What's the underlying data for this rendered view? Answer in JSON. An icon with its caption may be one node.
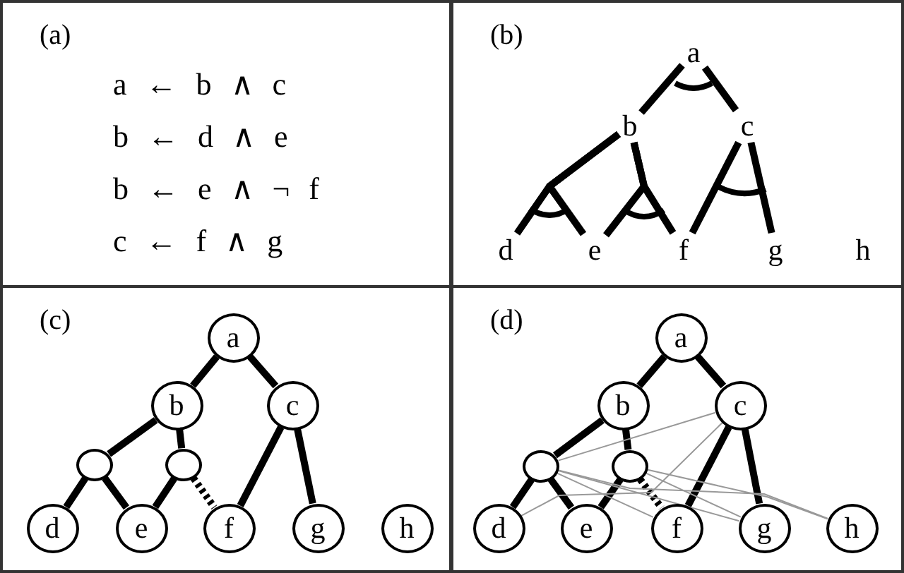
{
  "diagram": {
    "nodes": [
      {
        "text": [
          "(a)",
          "a ← b ∧ c",
          "b ← d ∧ e",
          "b ← e ∧ ¬ f",
          "c ← f ∧ g"
        ]
      },
      {
        "text": [
          "(b)"
        ]
      },
      {
        "text": [
          "a"
        ],
        "in": 1
      },
      {
        "text": [
          "b"
        ],
        "in": 1
      },
      {
        "text": [
          "c"
        ],
        "in": 1
      },
      {
        "text": [
          "d"
        ],
        "in": 1
      },
      {
        "text": [
          "e"
        ],
        "in": 1
      },
      {
        "text": [
          "f"
        ],
        "in": 1
      },
      {
        "text": [
          "g"
        ],
        "in": 1
      },
      {
        "text": [
          "h"
        ],
        "in": 1
      },
      {
        "text": [
          "(c)"
        ]
      },
      {
        "text": [
          "a"
        ],
        "in": 10
      },
      {
        "text": [
          "b"
        ],
        "in": 10
      },
      {
        "text": [
          "c"
        ],
        "in": 10
      },
      {
        "text": [],
        "shape": "circle",
        "in": 10
      },
      {
        "text": [],
        "shape": "circle",
        "in": 10
      },
      {
        "text": [
          "d"
        ],
        "in": 10
      },
      {
        "text": [
          "e"
        ],
        "in": 10
      },
      {
        "text": [
          "f"
        ],
        "in": 10
      },
      {
        "text": [
          "g"
        ],
        "in": 10
      },
      {
        "text": [
          "h"
        ],
        "in": 10
      },
      {
        "text": [
          "(d)"
        ]
      },
      {
        "text": [
          "a"
        ],
        "in": 21
      },
      {
        "text": [
          "b"
        ],
        "in": 21
      },
      {
        "text": [
          "c"
        ],
        "in": 21
      },
      {
        "text": [],
        "shape": "circle",
        "in": 21
      },
      {
        "text": [],
        "shape": "circle",
        "in": 21
      },
      {
        "text": [
          "d"
        ],
        "in": 21
      },
      {
        "text": [
          "e"
        ],
        "in": 21
      },
      {
        "text": [
          "f"
        ],
        "in": 21
      },
      {
        "text": [
          "g"
        ],
        "in": 21
      },
      {
        "text": [
          "h"
        ],
        "in": 21
      }
    ],
    "edges": [
      {
        "from": 2,
        "to": 3,
        "arrow": "none"
      },
      {
        "from": 2,
        "to": 4,
        "arrow": "none"
      },
      {
        "from": 3,
        "to": 5,
        "arrow": "none"
      },
      {
        "from": 3,
        "to": 6,
        "arrow": "none"
      },
      {
        "from": 3,
        "to": 6,
        "arrow": "none"
      },
      {
        "from": 3,
        "to": 7,
        "arrow": "none"
      },
      {
        "from": 4,
        "to": 7,
        "arrow": "none"
      },
      {
        "from": 4,
        "to": 8,
        "arrow": "none"
      },
      {
        "from": 11,
        "to": 12,
        "arrow": "none"
      },
      {
        "from": 11,
        "to": 13,
        "arrow": "none"
      },
      {
        "from": 12,
        "to": 14,
        "arrow": "none"
      },
      {
        "from": 12,
        "to": 15,
        "arrow": "none"
      },
      {
        "from": 14,
        "to": 16,
        "arrow": "none"
      },
      {
        "from": 14,
        "to": 17,
        "arrow": "none"
      },
      {
        "from": 15,
        "to": 17,
        "arrow": "none"
      },
      {
        "from": 15,
        "to": 18,
        "arrow": "none",
        "style": "dashed"
      },
      {
        "from": 13,
        "to": 18,
        "arrow": "none"
      },
      {
        "from": 13,
        "to": 19,
        "arrow": "none"
      },
      {
        "from": 22,
        "to": 23,
        "arrow": "none"
      },
      {
        "from": 22,
        "to": 24,
        "arrow": "none"
      },
      {
        "from": 23,
        "to": 25,
        "arrow": "none"
      },
      {
        "from": 23,
        "to": 26,
        "arrow": "none"
      },
      {
        "from": 25,
        "to": 27,
        "arrow": "none"
      },
      {
        "from": 25,
        "to": 28,
        "arrow": "none"
      },
      {
        "from": 26,
        "to": 28,
        "arrow": "none"
      },
      {
        "from": 26,
        "to": 29,
        "arrow": "none",
        "style": "dashed"
      },
      {
        "from": 24,
        "to": 29,
        "arrow": "none"
      },
      {
        "from": 24,
        "to": 30,
        "arrow": "none"
      },
      {
        "from": 25,
        "to": 24,
        "arrow": "none",
        "color": "#999999"
      },
      {
        "from": 27,
        "to": 24,
        "arrow": "none",
        "color": "#999999"
      },
      {
        "from": 25,
        "to": 29,
        "arrow": "none",
        "color": "#999999"
      },
      {
        "from": 25,
        "to": 30,
        "arrow": "none",
        "color": "#999999"
      },
      {
        "from": 25,
        "to": 31,
        "arrow": "none",
        "color": "#999999"
      },
      {
        "from": 26,
        "to": 30,
        "arrow": "none",
        "color": "#999999"
      },
      {
        "from": 26,
        "to": 31,
        "arrow": "none",
        "color": "#999999"
      }
    ]
  }
}
